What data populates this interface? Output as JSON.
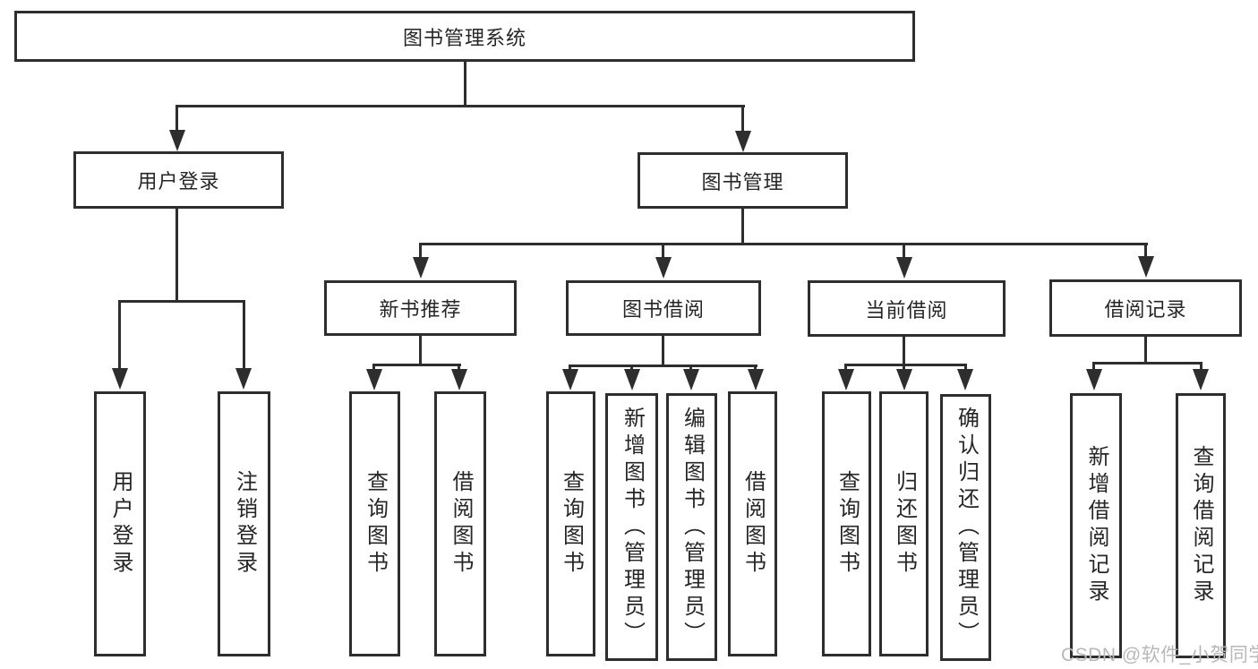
{
  "tree": {
    "label": "图书管理系统",
    "children": [
      {
        "label": "用户登录",
        "children": [
          {
            "label": "用户登录"
          },
          {
            "label": "注销登录"
          }
        ]
      },
      {
        "label": "图书管理",
        "children": [
          {
            "label": "新书推荐",
            "children": [
              {
                "label": "查询图书"
              },
              {
                "label": "借阅图书"
              }
            ]
          },
          {
            "label": "图书借阅",
            "children": [
              {
                "label": "查询图书"
              },
              {
                "label": "新增图书（管理员）"
              },
              {
                "label": "编辑图书（管理员）"
              },
              {
                "label": "借阅图书"
              }
            ]
          },
          {
            "label": "当前借阅",
            "children": [
              {
                "label": "查询图书"
              },
              {
                "label": "归还图书"
              },
              {
                "label": "确认归还（管理员）"
              }
            ]
          },
          {
            "label": "借阅记录",
            "children": [
              {
                "label": "新增借阅记录"
              },
              {
                "label": "查询借阅记录"
              }
            ]
          }
        ]
      }
    ]
  },
  "watermark": {
    "text": "CSDN @软件_小贺同学"
  },
  "colors": {
    "line": "#2e2e2e",
    "text": "#262626",
    "watermark": "#b8b8b8",
    "background": "#ffffff"
  }
}
